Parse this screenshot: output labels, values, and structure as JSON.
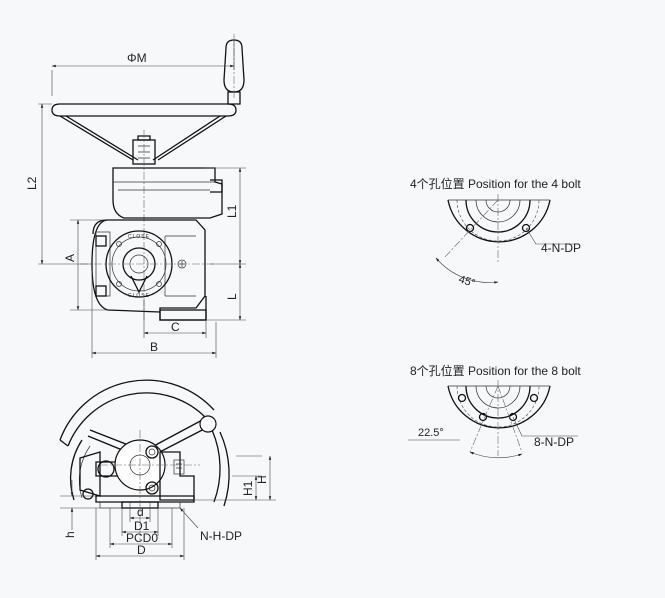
{
  "labels": {
    "phiM": "ΦM",
    "l2": "L2",
    "l1": "L1",
    "a": "A",
    "l": "L",
    "c": "C",
    "b": "B",
    "close_top": "CLOSE",
    "close_bottom": "CLOSE",
    "d_small": "d",
    "d1": "D1",
    "pcd0": "PCD0",
    "d_big": "D",
    "h_small": "h",
    "h1": "H1",
    "h_big": "H",
    "nhdp": "N-H-DP"
  },
  "bolt4": {
    "title": "4个孔位置 Position for the 4 bolt",
    "hole_label": "4-N-DP",
    "angle": "45°"
  },
  "bolt8": {
    "title": "8个孔位置 Position for the 8 bolt",
    "hole_label": "8-N-DP",
    "angle": "22.5°"
  }
}
